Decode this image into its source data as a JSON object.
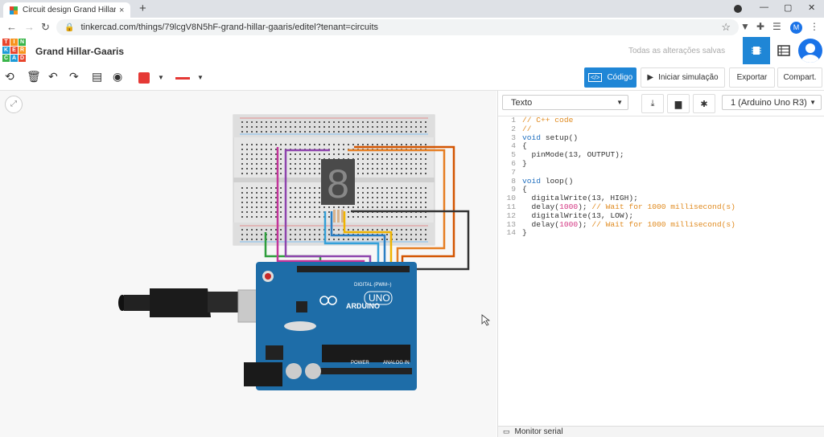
{
  "browser": {
    "tab_title": "Circuit design Grand Hillar-Gaaris",
    "tab_close": "×",
    "new_tab": "+",
    "url": "tinkercad.com/things/79lcgV8N5hF-grand-hillar-gaaris/editel?tenant=circuits",
    "profile_initial": "M",
    "window_controls": [
      "—",
      "▢",
      "✕"
    ]
  },
  "app": {
    "logo_letters": [
      "T",
      "I",
      "N",
      "K",
      "E",
      "R",
      "C",
      "A",
      "D"
    ],
    "logo_colors": [
      "#e8452c",
      "#f7941d",
      "#3ab54a",
      "#1d9bd7",
      "#e8452c",
      "#f7941d",
      "#3ab54a",
      "#1d9bd7",
      "#e8452c"
    ],
    "project_name": "Grand Hillar-Gaaris",
    "save_status": "Todas as alterações salvas"
  },
  "toolbar": {
    "code_label": "Código",
    "sim_label": "Iniciar simulação",
    "export_label": "Exportar",
    "share_label": "Compart.",
    "accent_color": "#1f86d6",
    "fill_color": "#e53935"
  },
  "code_panel": {
    "mode": "Texto",
    "device": "1 (Arduino Uno R3)",
    "serial_label": "Monitor serial",
    "lines": [
      {
        "n": "1",
        "parts": [
          {
            "t": "// C++ code",
            "c": "cm"
          }
        ]
      },
      {
        "n": "2",
        "parts": [
          {
            "t": "//",
            "c": "cm"
          }
        ]
      },
      {
        "n": "3",
        "parts": [
          {
            "t": "void",
            "c": "kw"
          },
          {
            "t": " setup()",
            "c": "tx"
          }
        ]
      },
      {
        "n": "4",
        "parts": [
          {
            "t": "{",
            "c": "tx"
          }
        ]
      },
      {
        "n": "5",
        "parts": [
          {
            "t": "  pinMode(13, OUTPUT);",
            "c": "tx"
          }
        ]
      },
      {
        "n": "6",
        "parts": [
          {
            "t": "}",
            "c": "tx"
          }
        ]
      },
      {
        "n": "7",
        "parts": [
          {
            "t": "",
            "c": "tx"
          }
        ]
      },
      {
        "n": "8",
        "parts": [
          {
            "t": "void",
            "c": "kw"
          },
          {
            "t": " loop()",
            "c": "tx"
          }
        ]
      },
      {
        "n": "9",
        "parts": [
          {
            "t": "{",
            "c": "tx"
          }
        ]
      },
      {
        "n": "10",
        "parts": [
          {
            "t": "  digitalWrite(13, HIGH);",
            "c": "tx"
          }
        ]
      },
      {
        "n": "11",
        "parts": [
          {
            "t": "  delay(",
            "c": "tx"
          },
          {
            "t": "1000",
            "c": "num"
          },
          {
            "t": "); ",
            "c": "tx"
          },
          {
            "t": "// Wait for 1000 millisecond(s)",
            "c": "cm"
          }
        ]
      },
      {
        "n": "12",
        "parts": [
          {
            "t": "  digitalWrite(13, LOW);",
            "c": "tx"
          }
        ]
      },
      {
        "n": "13",
        "parts": [
          {
            "t": "  delay(",
            "c": "tx"
          },
          {
            "t": "1000",
            "c": "num"
          },
          {
            "t": "); ",
            "c": "tx"
          },
          {
            "t": "// Wait for 1000 millisecond(s)",
            "c": "cm"
          }
        ]
      },
      {
        "n": "14",
        "parts": [
          {
            "t": "}",
            "c": "tx"
          }
        ]
      }
    ]
  },
  "circuit": {
    "board_label": "ARDUINO",
    "board_model": "UNO",
    "digital_label": "DIGITAL (PWM~)",
    "power_label": "POWER",
    "analog_label": "ANALOG IN",
    "display_digit": "8",
    "wire_colors": [
      "#2e9e3c",
      "#c2349a",
      "#8e44ad",
      "#34a0d8",
      "#2b7fc4",
      "#f0b400",
      "#e67e22",
      "#d35400",
      "#333333"
    ]
  }
}
